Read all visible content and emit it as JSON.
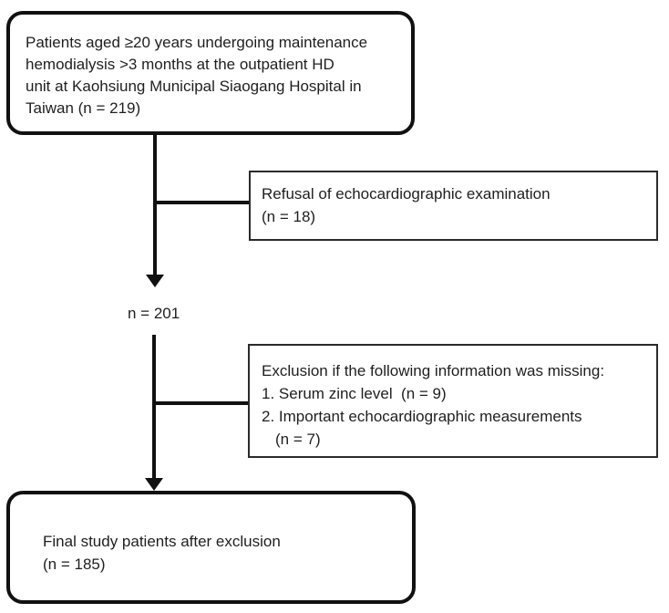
{
  "flowchart": {
    "start_box": {
      "lines": [
        "Patients aged ≥20 years undergoing maintenance",
        "hemodialysis >3 months at the outpatient HD",
        "unit at Kaohsiung Municipal Siaogang Hospital in",
        "Taiwan (n = 219)"
      ]
    },
    "exclusion_box_1": {
      "lines": [
        "Refusal of echocardiographic examination",
        "(n = 18)"
      ]
    },
    "interim_label": "n = 201",
    "exclusion_box_2": {
      "lines": [
        "Exclusion if the following information was missing:",
        "1. Serum zinc level  (n = 9)",
        "2. Important echocardiographic measurements",
        "(n = 7)"
      ]
    },
    "end_box": {
      "lines": [
        "Final study patients after exclusion",
        "(n = 185)"
      ]
    },
    "colors": {
      "thick_border": "#111111",
      "thin_border": "#2b2b2b",
      "text": "#1f1f1f",
      "background": "#ffffff"
    }
  }
}
